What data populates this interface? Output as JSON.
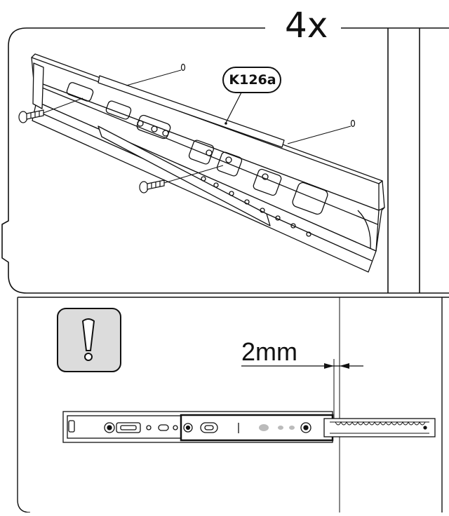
{
  "step": {
    "quantity_label": "4x",
    "part_code": "K126a",
    "gap_label": "2mm"
  },
  "icons": {
    "warning": "exclamation-warning-icon"
  },
  "colors": {
    "line": "#111111",
    "warning_fill": "#dcdcdc",
    "highlight": "#bbbbbb"
  }
}
